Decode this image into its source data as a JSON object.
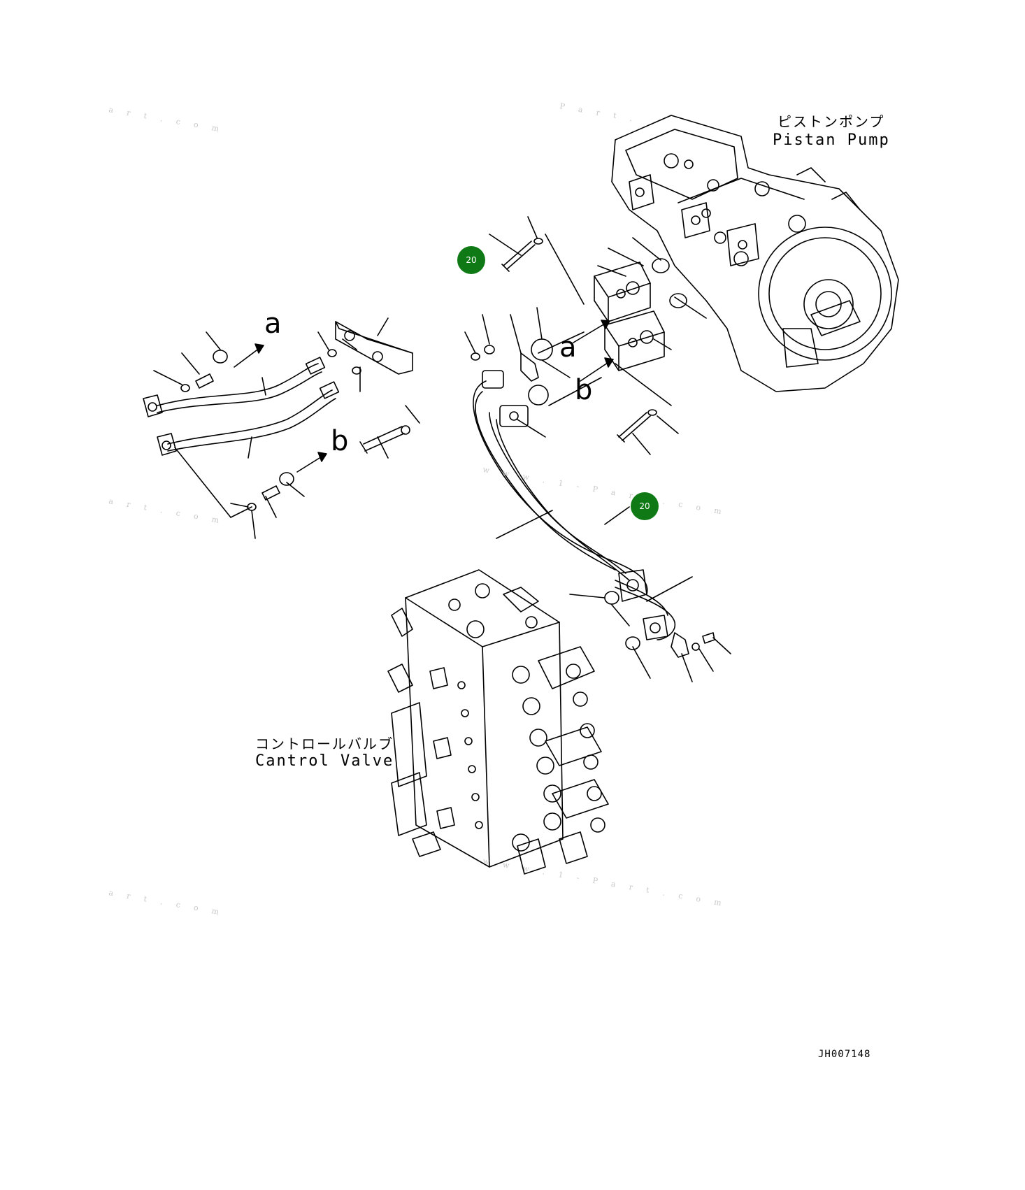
{
  "labels": {
    "pump_ja": "ピストンポンプ",
    "pump_en": "Pistan Pump",
    "valve_ja": "コントロールバルブ",
    "valve_en": "Cantrol Valve"
  },
  "callouts": [
    {
      "text": "20"
    },
    {
      "text": "20"
    }
  ],
  "arrow_letters": [
    "a",
    "a",
    "b",
    "b"
  ],
  "drawing_number": "JH007148",
  "colors": {
    "badge": "#0f7a15",
    "line": "#000000"
  }
}
